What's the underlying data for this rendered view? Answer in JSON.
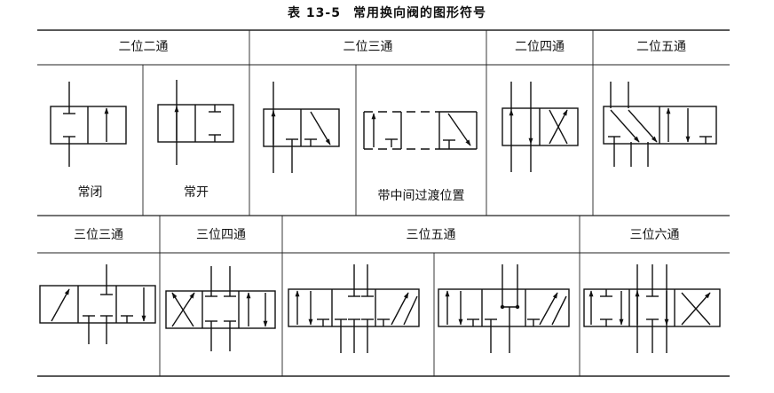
{
  "caption": {
    "number": "表 13-5",
    "title": "常用换向阀的图形符号"
  },
  "top_headers": {
    "two_pos_two_way": "二位二通",
    "two_pos_three_way": "二位三通",
    "two_pos_four_way": "二位四通",
    "two_pos_five_way": "二位五通"
  },
  "top_captions": {
    "normally_closed": "常闭",
    "normally_open": "常开",
    "with_transition": "带中间过渡位置"
  },
  "bottom_headers": {
    "three_pos_three_way": "三位三通",
    "three_pos_four_way": "三位四通",
    "three_pos_five_way": "三位五通",
    "three_pos_six_way": "三位六通"
  },
  "icons": [
    "valve-2-2-normally-closed-symbol",
    "valve-2-2-normally-open-symbol",
    "valve-2-3-symbol",
    "valve-2-3-transition-symbol",
    "valve-2-4-symbol",
    "valve-2-5-symbol",
    "valve-3-3-symbol",
    "valve-3-4-symbol",
    "valve-3-5-symbol-a",
    "valve-3-5-symbol-b",
    "valve-3-6-symbol"
  ]
}
